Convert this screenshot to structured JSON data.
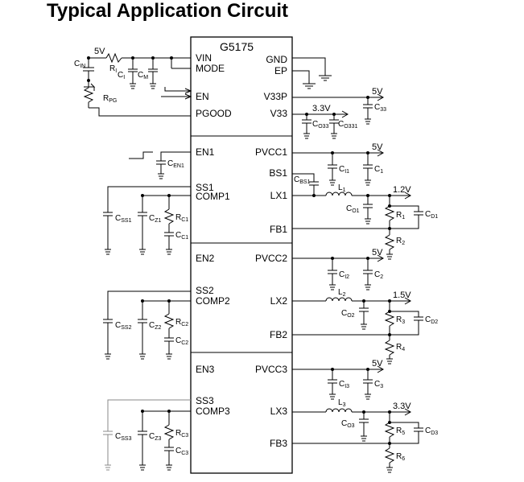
{
  "title": "Typical Application Circuit",
  "chip": {
    "name": "G5175",
    "left_pins": [
      "VIN",
      "MODE",
      "EN",
      "PGOOD",
      "EN1",
      "SS1",
      "COMP1",
      "EN2",
      "SS2",
      "COMP2",
      "EN3",
      "SS3",
      "COMP3"
    ],
    "right_pins": [
      "GND",
      "EP",
      "V33P",
      "V33",
      "PVCC1",
      "BS1",
      "LX1",
      "FB1",
      "PVCC2",
      "LX2",
      "FB2",
      "PVCC3",
      "LX3",
      "FB3"
    ]
  },
  "voltages": {
    "vin": "5V",
    "v33p": "5V",
    "v33": "3.3V",
    "pvcc1": "5V",
    "out1": "1.2V",
    "pvcc2": "5V",
    "out2": "1.5V",
    "pvcc3": "5V",
    "out3": "3.3V"
  },
  "components": {
    "cin": {
      "main": "C",
      "sub": "IN"
    },
    "ri": {
      "main": "R",
      "sub": "I"
    },
    "ci": {
      "main": "C",
      "sub": "I"
    },
    "cm": {
      "main": "C",
      "sub": "M"
    },
    "rpg": {
      "main": "R",
      "sub": "PG"
    },
    "c33": {
      "main": "C",
      "sub": "33"
    },
    "co33": {
      "main": "C",
      "sub": "O33"
    },
    "co331": {
      "main": "C",
      "sub": "O331"
    },
    "cen1": {
      "main": "C",
      "sub": "EN1"
    },
    "cbs1": {
      "main": "C",
      "sub": "BS1"
    },
    "ci1": {
      "main": "C",
      "sub": "I1"
    },
    "c1": {
      "main": "C",
      "sub": "1"
    },
    "l1": {
      "main": "L",
      "sub": "1"
    },
    "co1": {
      "main": "C",
      "sub": "O1"
    },
    "r1": {
      "main": "R",
      "sub": "1"
    },
    "cd1": {
      "main": "C",
      "sub": "D1"
    },
    "r2": {
      "main": "R",
      "sub": "2"
    },
    "css1": {
      "main": "C",
      "sub": "SS1"
    },
    "cz1": {
      "main": "C",
      "sub": "Z1"
    },
    "rc1": {
      "main": "R",
      "sub": "C1"
    },
    "cc1": {
      "main": "C",
      "sub": "C1"
    },
    "ci2": {
      "main": "C",
      "sub": "I2"
    },
    "c2": {
      "main": "C",
      "sub": "2"
    },
    "l2": {
      "main": "L",
      "sub": "2"
    },
    "co2": {
      "main": "C",
      "sub": "O2"
    },
    "r3": {
      "main": "R",
      "sub": "3"
    },
    "cd2": {
      "main": "C",
      "sub": "D2"
    },
    "r4": {
      "main": "R",
      "sub": "4"
    },
    "css2": {
      "main": "C",
      "sub": "SS2"
    },
    "cz2": {
      "main": "C",
      "sub": "Z2"
    },
    "rc2": {
      "main": "R",
      "sub": "C2"
    },
    "cc2": {
      "main": "C",
      "sub": "C2"
    },
    "ci3": {
      "main": "C",
      "sub": "I3"
    },
    "c3": {
      "main": "C",
      "sub": "3"
    },
    "l3": {
      "main": "L",
      "sub": "3"
    },
    "co3": {
      "main": "C",
      "sub": "O3"
    },
    "r5": {
      "main": "R",
      "sub": "5"
    },
    "cd3": {
      "main": "C",
      "sub": "D3"
    },
    "r6": {
      "main": "R",
      "sub": "6"
    },
    "css3": {
      "main": "C",
      "sub": "SS3"
    },
    "cz3": {
      "main": "C",
      "sub": "Z3"
    },
    "rc3": {
      "main": "R",
      "sub": "C3"
    },
    "cc3": {
      "main": "C",
      "sub": "C3"
    }
  }
}
